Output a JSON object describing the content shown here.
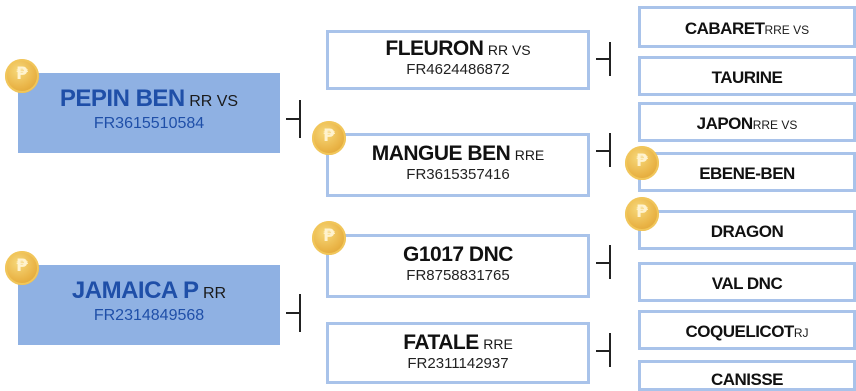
{
  "pedigree": {
    "p1": {
      "name": "PEPIN BEN",
      "tag": "RR VS",
      "reg": "FR3615510584"
    },
    "p2": {
      "name": "JAMAICA P",
      "tag": "RR",
      "reg": "FR2314849568"
    },
    "m1": {
      "name": "FLEURON",
      "tag": "RR VS",
      "reg": "FR4624486872"
    },
    "m2": {
      "name": "MANGUE BEN",
      "tag": "RRE",
      "reg": "FR3615357416"
    },
    "m3": {
      "name": "G1017 DNC",
      "tag": "",
      "reg": "FR8758831765"
    },
    "m4": {
      "name": "FATALE",
      "tag": "RRE",
      "reg": "FR2311142937"
    },
    "l1": {
      "name": "CABARET",
      "tag": "RRE VS"
    },
    "l2": {
      "name": "TAURINE",
      "tag": ""
    },
    "l3": {
      "name": "JAPON",
      "tag": "RRE VS"
    },
    "l4": {
      "name": "EBENE-BEN",
      "tag": ""
    },
    "l5": {
      "name": "DRAGON",
      "tag": ""
    },
    "l6": {
      "name": "VAL DNC",
      "tag": ""
    },
    "l7": {
      "name": "COQUELICOT",
      "tag": "RJ"
    },
    "l8": {
      "name": "CANISSE",
      "tag": ""
    }
  },
  "colors": {
    "parent_fill": "#8fb1e3",
    "border": "#a9c3ea",
    "parent_text": "#1f4fa8",
    "medal": "#eab548"
  },
  "icons": {
    "medal": "gold-medal-icon"
  }
}
